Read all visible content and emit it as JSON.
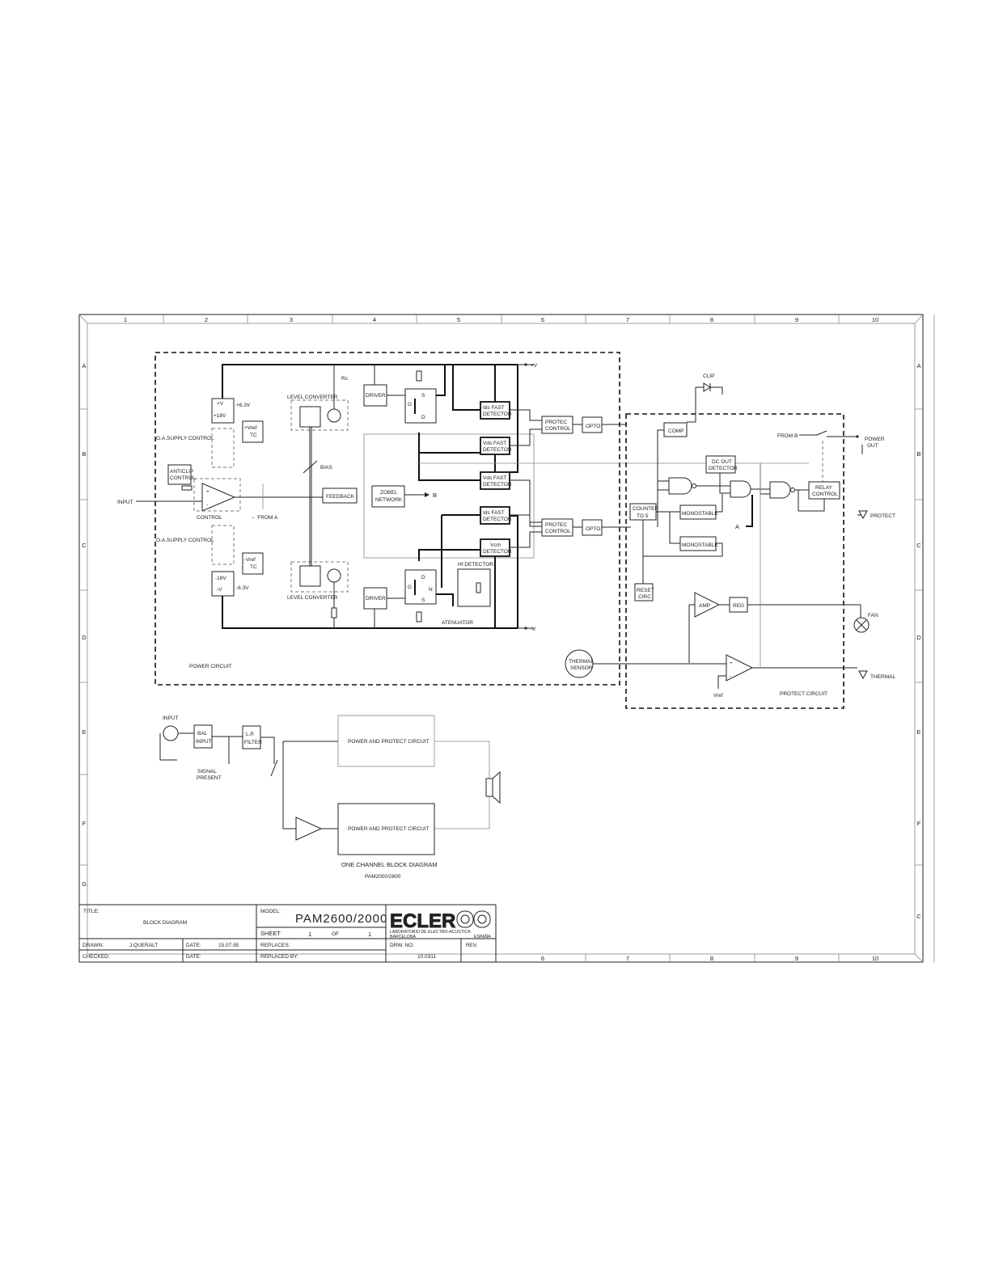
{
  "grid": {
    "columns": [
      "1",
      "2",
      "3",
      "4",
      "5",
      "6",
      "7",
      "8",
      "9",
      "10"
    ],
    "rows_left": [
      "A",
      "B",
      "C",
      "D",
      "E",
      "F",
      "G"
    ],
    "rows_right": [
      "A",
      "B",
      "C",
      "D",
      "E",
      "F",
      "C"
    ],
    "bottom_columns": [
      "6",
      "7",
      "8",
      "9",
      "10"
    ]
  },
  "power_circuit": {
    "label": "POWER CIRCUIT",
    "plus_v": "+V",
    "minus_v": "-V",
    "input": "INPUT",
    "anticlip": [
      "ANTICLIP",
      "CONTROL"
    ],
    "control": "CONTROL",
    "from_a": "← FROM  A",
    "oa_supply_top": "O.A.SUPPLY  CONTROL",
    "oa_supply_bottom": "O.A.SUPPLY  CONTROL",
    "pos_rail": [
      "+V",
      "+18V"
    ],
    "pos_63": "+6.3V",
    "neg_rail": [
      "-18V",
      "-V"
    ],
    "neg_63": "-6.3V",
    "vref_top": [
      "+Vref",
      "TC"
    ],
    "vref_bottom": [
      "-Vref",
      "TC"
    ],
    "level_converter_top": "LEVEL CONVERTER",
    "level_converter_bottom": "LEVEL CONVERTER",
    "rc": "Rc",
    "bias": "BIAS",
    "feedback": "FEEDBACK",
    "zobel": [
      "ZOBEL",
      "NETWORK"
    ],
    "to_b": "B",
    "driver_top": "DRIVER",
    "driver_bottom": "DRIVER",
    "mos_top_labels": [
      "G",
      "S",
      "D"
    ],
    "mos_bottom_labels": [
      "D",
      "G",
      "N",
      "S"
    ],
    "ids_fast_top": [
      "Ids FAST",
      "DETECTOR"
    ],
    "vds_fast_top": [
      "Vds FAST",
      "DETECTOR"
    ],
    "vds_fast_bottom": [
      "Vds FAST",
      "DETECTOR"
    ],
    "ids_fast_bottom": [
      "Ids FAST",
      "DETECTOR"
    ],
    "vcm_detector": [
      "Vcm",
      "DETECTOR"
    ],
    "hf_detector": "Hf DETECTOR",
    "atenuator": "ATENUATOR",
    "protec_control_top": [
      "PROTEC",
      "CONTROL"
    ],
    "protec_control_bottom": [
      "PROTEC",
      "CONTROL"
    ],
    "opto_top": "OPTO",
    "opto_bottom": "OPTO"
  },
  "protect_circuit": {
    "label": "PROTECT CIRCUIT",
    "clip": "CLIP",
    "comp": "COMP",
    "from_b": "FROM  B",
    "power_out": [
      "POWER",
      "OUT"
    ],
    "dc_out": [
      "DC OUT",
      "DETECTOR"
    ],
    "counter": [
      "COUNTER",
      "TO 5"
    ],
    "monostable_1": "MONOSTABLE",
    "monostable_2": "MONOSTABLE",
    "a_label": "A",
    "relay": [
      "RELAY",
      "CONTROL"
    ],
    "protect": "PROTECT",
    "reset": [
      "RESET",
      "CIRC"
    ],
    "amp": "AMP",
    "reg": "REG",
    "fan": "FAN",
    "thermal_sensor": [
      "THERMAL",
      "SENSOR"
    ],
    "vref": "Vref",
    "thermal": "THERMAL"
  },
  "channel_diagram": {
    "input": "INPUT",
    "bal_input": [
      "BAL",
      "INPUT"
    ],
    "lp_filter": [
      "L.P.",
      "FILTER"
    ],
    "signal_present": [
      "SIGNAL",
      "PRESENT"
    ],
    "block_top": "POWER  AND  PROTECT  CIRCUIT",
    "block_bottom": "POWER  AND  PROTECT  CIRCUIT",
    "caption": "ONE  CHANNEL  BLOCK  DIAGRAM",
    "caption_models": "PAM2000/2600"
  },
  "title_block": {
    "title_label": "TITLE:",
    "title_value": "BLOCK  DIAGRAM",
    "model_label": "MODEL:",
    "model_value": "PAM2600/2000",
    "sheet_label": "SHEET",
    "sheet_number": "1",
    "of_label": "OF",
    "sheet_total": "1",
    "drawn_label": "DRAWN:",
    "drawn_value": "J.QUERALT",
    "date_label_1": "DATE:",
    "date_value": "15.07.95",
    "checked_label": "CHECKED:",
    "date_label_2": "DATE:",
    "replaces_label": "REPLACES:",
    "replaced_by_label": "REPLACED  BY:",
    "brand": "ECLER",
    "brand_line_1": "LABORATORIO  DE  ELECTRO-ACUSTICA",
    "brand_line_2a": "BARCELONA",
    "brand_line_2b": "ESPAÑA",
    "drw_label": "DRW.  NO.",
    "drw_value": "10.0311",
    "rev_label": "REV."
  }
}
